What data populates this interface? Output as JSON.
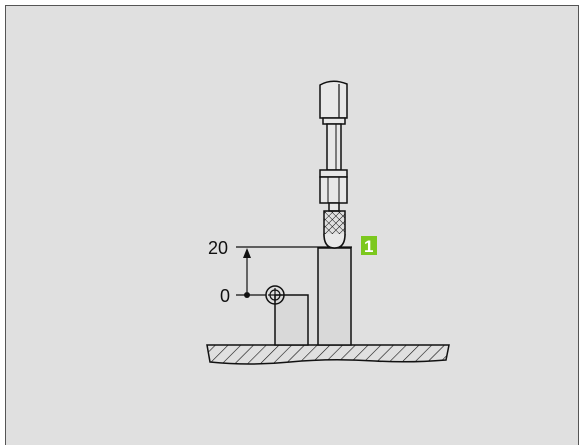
{
  "labels": {
    "height_20": "20",
    "height_0": "0",
    "callout_1": "1"
  },
  "colors": {
    "background": "#e0e0e0",
    "part_fill": "#d9d9d9",
    "stroke": "#111111",
    "callout_fill": "#7cc81e"
  },
  "icons": {
    "datum": "datum-target-icon",
    "stylus_tip": "knurled-tip-icon"
  }
}
